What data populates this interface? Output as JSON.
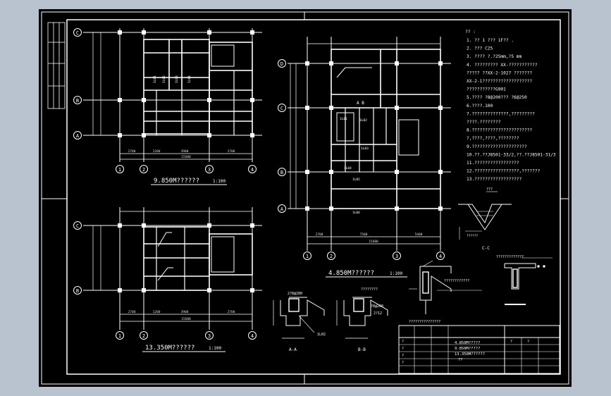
{
  "colors": {
    "background": "#b9c3cf",
    "sheet": "#000000",
    "line": "#ffffff",
    "dim": "#dcdcdc"
  },
  "plan_top_left": {
    "title": "9.850M??????",
    "scale": "1:100",
    "row_axes": [
      "C",
      "B",
      "A"
    ],
    "col_axes": [
      "1",
      "2",
      "3",
      "4"
    ],
    "beams": [
      "1L01",
      "1L02",
      "1L03",
      "1L04"
    ],
    "dims_bottom": [
      "2700",
      "1200",
      "3900",
      "2700"
    ],
    "total": "15600"
  },
  "plan_bottom_left": {
    "title": "13.350M??????",
    "scale": "1:100",
    "row_axes": [
      "C",
      "B"
    ],
    "col_axes": [
      "1",
      "2",
      "3",
      "4"
    ],
    "dims_bottom": [
      "2700",
      "1200",
      "3900",
      "2700"
    ],
    "total": "15600"
  },
  "plan_center": {
    "title": "4.850M??????",
    "scale": "1:100",
    "row_axes": [
      "D",
      "C",
      "B",
      "A"
    ],
    "col_axes": [
      "1",
      "2",
      "3",
      "4"
    ],
    "beams": [
      "1L01",
      "1L02",
      "1L03",
      "1L04",
      "1L05",
      "1L06"
    ],
    "section_mark": "A   B",
    "dims_bottom": [
      "2700",
      "7500",
      "5400"
    ],
    "total": "15600"
  },
  "notes": {
    "heading": "?? :",
    "lines": [
      "1. ?? 1 ??? 1F?? .",
      "2. ??? C25",
      "3. ???? ?.?25mm,?5 mm",
      "4. ????????? XX-???????????",
      "   ????? ??XX-2-1027 ???????",
      "   XX-2-1???????????????????",
      "   ???????????G901",
      "5.???? ?8@200??? ?6@250",
      "6.????.100",
      "7.??????????????,?????????",
      "   ????.????????",
      "8.???????????????????????",
      "   ?,????,????,????????",
      "9.?????????????????????",
      "10.??.??J8501-33/2,??.??J8501-31/3",
      "11.?????????????????",
      "12.?????????????????,???????",
      "13.??????????????????"
    ]
  },
  "details": {
    "section_aa": "A-A",
    "section_bb": "B-B",
    "section_cc": "C-C",
    "label_aa_top": "2?8@200",
    "label_bb_top": "????????",
    "label_bb_bar": "?8@200",
    "label_bb_bar2": "2?12",
    "label_aa_beam": "1L02",
    "label_cc_top": "???",
    "label_cc_bot": "??????",
    "label_detail_right": "?????????????",
    "label_detail_mid": "????????????",
    "label_detail_low": "???????????????"
  },
  "title_block": {
    "drawing_lines": [
      "4.850M?????",
      "9.850M?????",
      "13.350M??????",
      "??"
    ],
    "row_marks": [
      "?",
      "?",
      "?",
      "?",
      "?",
      "?"
    ]
  }
}
